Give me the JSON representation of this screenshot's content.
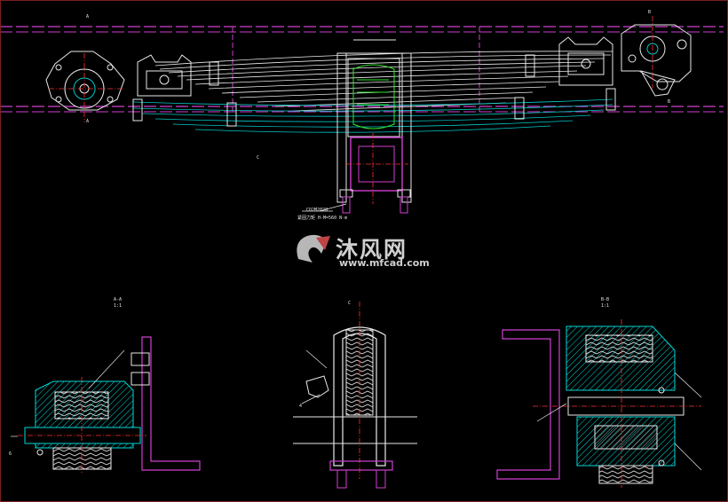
{
  "labels": {
    "view_c_marker": "C",
    "torque_line1": "CO2M2028",
    "torque_line2": "紧固力矩 H-M=560 N·m",
    "sec_a_title": "A-A",
    "sec_a_scale": "1:1",
    "sec_c_title": "C",
    "sec_b_title": "B-B",
    "sec_b_scale": "1:1",
    "sec_a_point": "6",
    "sec_c_point": "4",
    "top_a1": "A",
    "top_a2": "A",
    "top_b1": "B",
    "top_b2": "B"
  },
  "watermark": {
    "logo_text": "沐风网",
    "url_text": "www.mfcad.com"
  },
  "colors": {
    "background": "#000000",
    "outline_white": "#e8e8e8",
    "cyan": "#00e5e5",
    "magenta": "#d040d0",
    "red_center": "#ff3030",
    "green": "#2ee82e",
    "yellow": "#e8e800"
  }
}
